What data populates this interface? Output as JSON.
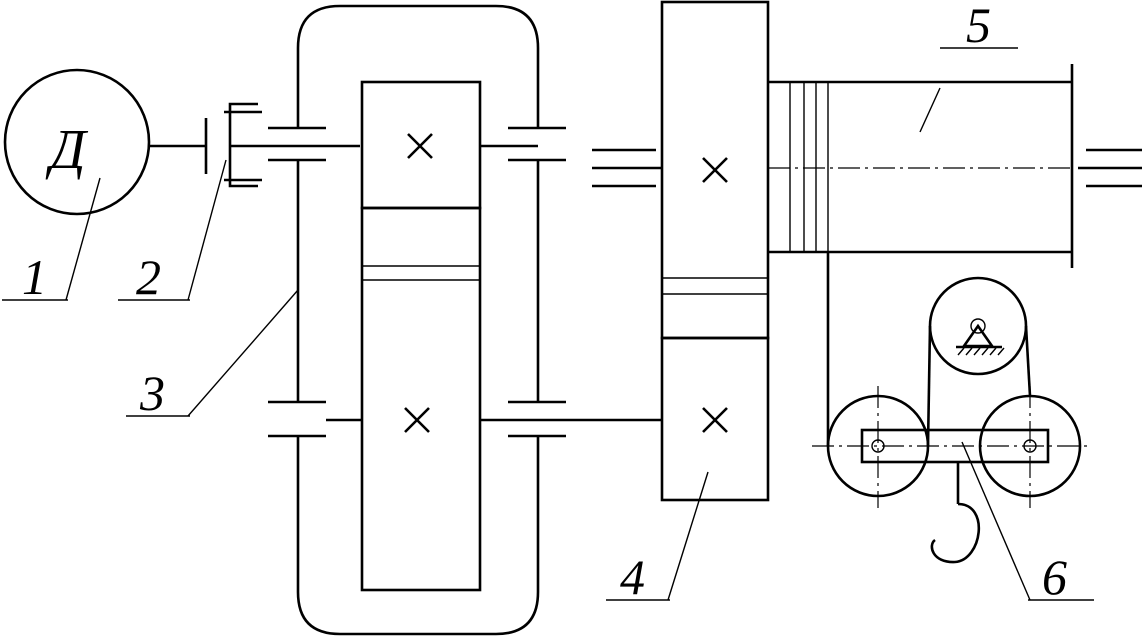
{
  "diagram": {
    "motor_label": "Д",
    "callouts": [
      "1",
      "2",
      "3",
      "4",
      "5",
      "6"
    ]
  }
}
